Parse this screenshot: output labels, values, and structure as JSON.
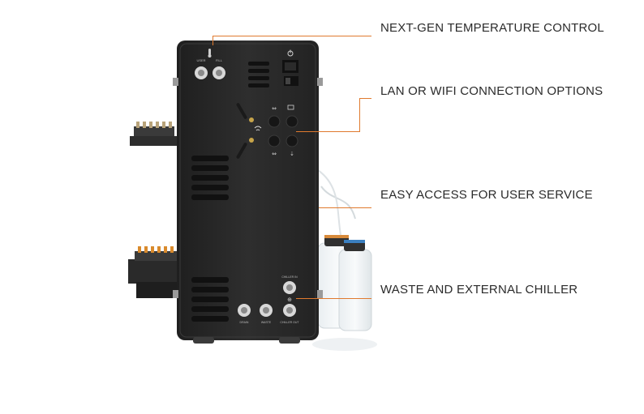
{
  "callouts": [
    {
      "label": "NEXT-GEN TEMPERATURE CONTROL"
    },
    {
      "label": "LAN OR WIFI CONNECTION OPTIONS"
    },
    {
      "label": "EASY ACCESS FOR USER SERVICE"
    },
    {
      "label": "WASTE AND EXTERNAL CHILLER"
    }
  ],
  "panel_labels": {
    "port_left": "USER",
    "port_right": "FILL",
    "drain": "DRAIN",
    "waste": "WASTE",
    "chiller_in": "CHILLER IN",
    "chiller_out": "CHILLER OUT"
  },
  "colors": {
    "accent": "#e07a2e",
    "device_body": "#2a2a2a",
    "text": "#2b2b2b"
  },
  "icons": [
    "power-icon",
    "wifi-icon",
    "network-icon",
    "usb-icon",
    "monitor-icon",
    "thermometer-icon"
  ]
}
